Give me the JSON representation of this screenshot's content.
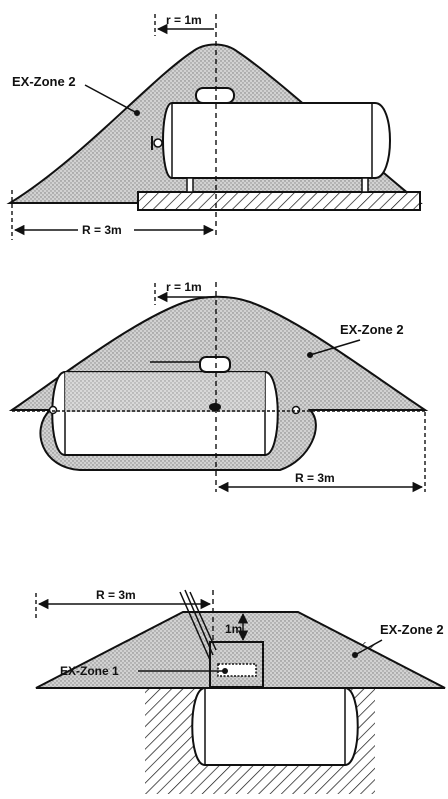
{
  "diagrams": [
    {
      "id": "above-ground-tank",
      "labels": {
        "small_radius": "r = 1m",
        "zone": "EX-Zone 2",
        "large_radius": "R = 3m"
      }
    },
    {
      "id": "partly-buried-tank",
      "labels": {
        "small_radius": "r = 1m",
        "zone": "EX-Zone 2",
        "large_radius": "R = 3m"
      }
    },
    {
      "id": "underground-tank",
      "labels": {
        "large_radius": "R = 3m",
        "height": "1m",
        "zone_outer": "EX-Zone 2",
        "zone_inner": "EX-Zone 1"
      }
    }
  ],
  "colors": {
    "zone_fill": "#cfcfcf",
    "ink": "#111111",
    "background": "#ffffff"
  }
}
